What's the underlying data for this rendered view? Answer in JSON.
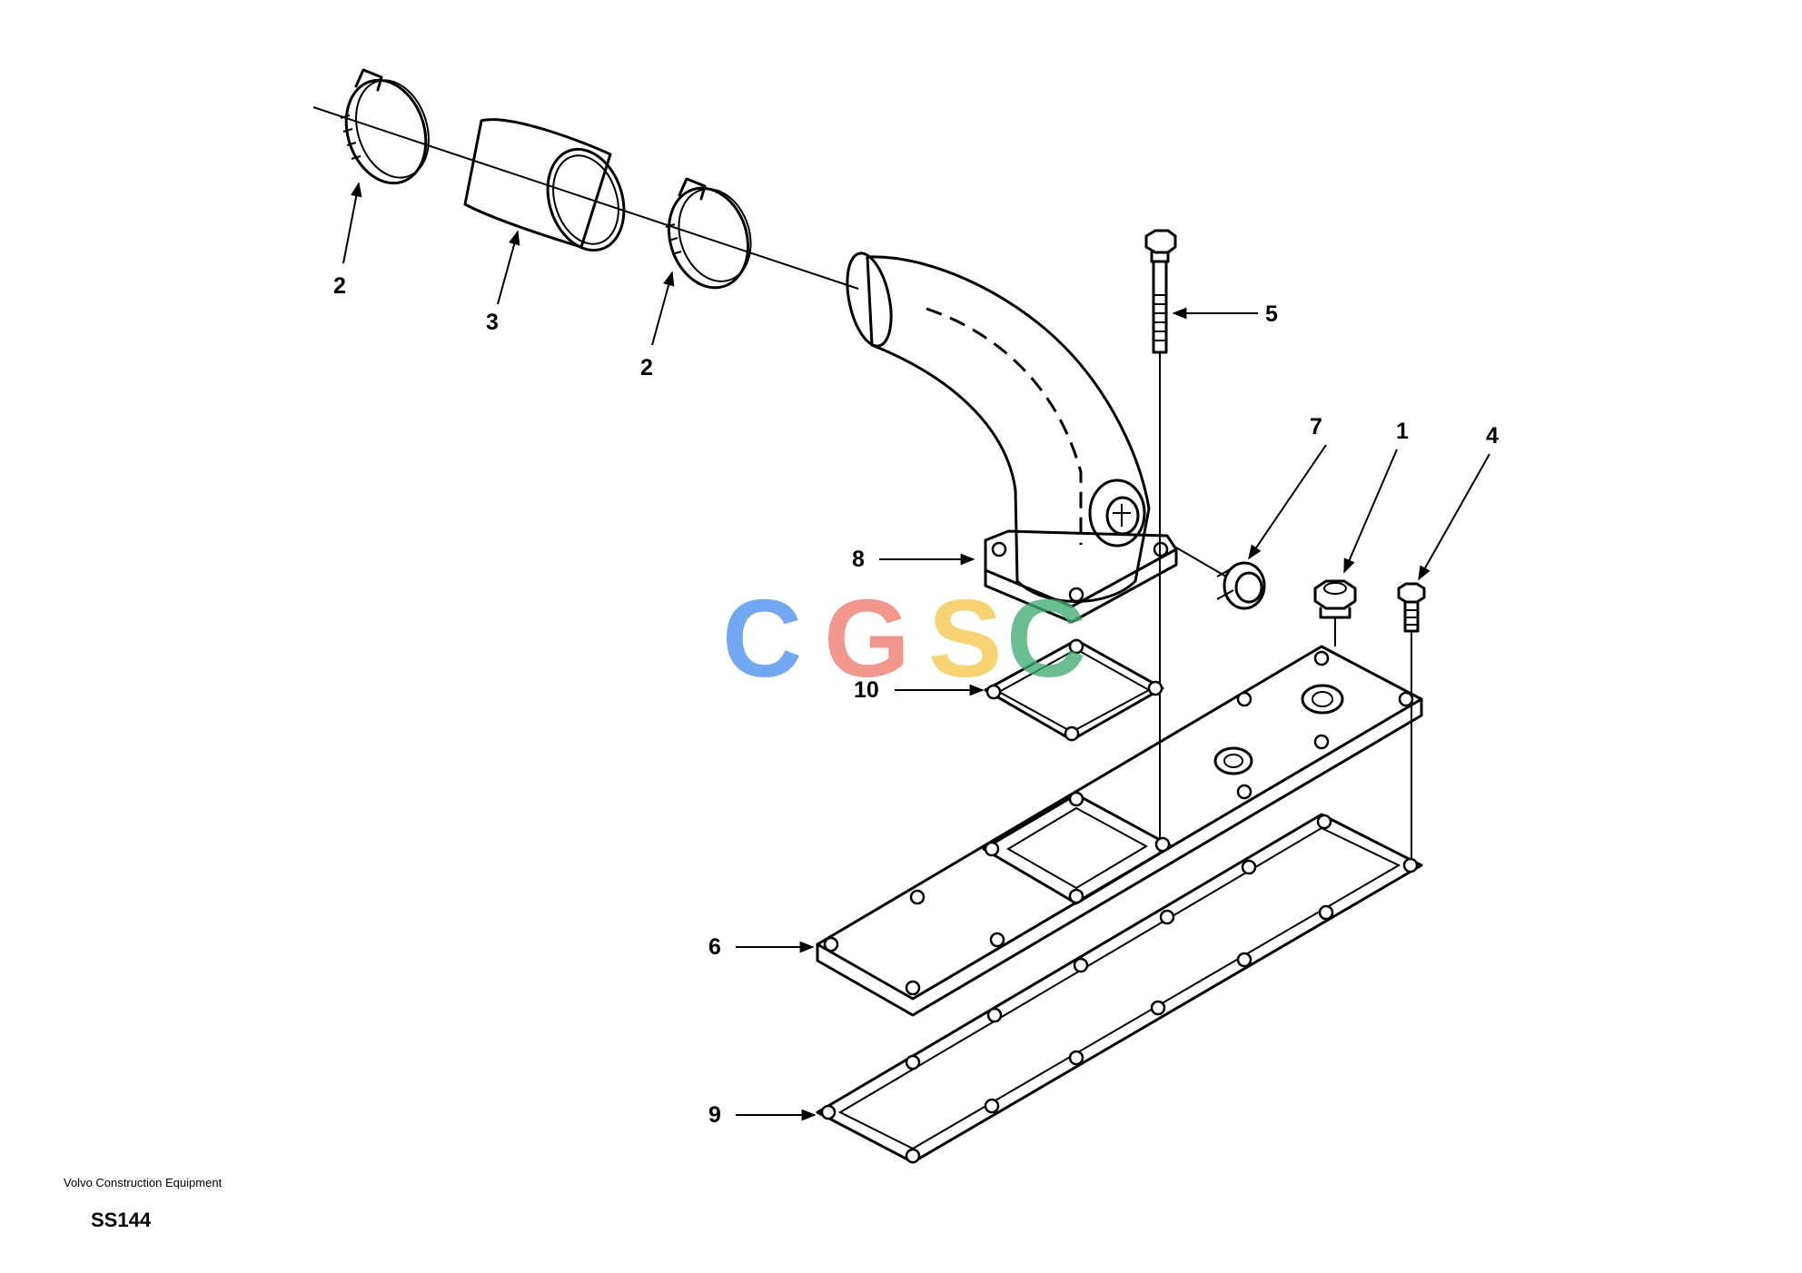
{
  "callouts": {
    "c_clamp_left": "2",
    "c_hose": "3",
    "c_clamp_right": "2",
    "c_screw": "5",
    "c_plug": "7",
    "c_nut": "1",
    "c_stud": "4",
    "c_elbow": "8",
    "c_gasket_small": "10",
    "c_cover": "6",
    "c_gasket_large": "9"
  },
  "footer": {
    "company": "Volvo Construction Equipment",
    "code": "SS144"
  },
  "watermark": {
    "text": "CGSC",
    "colors": [
      "#4a8ff0",
      "#f07a6e",
      "#f5c84a",
      "#3fae74"
    ]
  }
}
